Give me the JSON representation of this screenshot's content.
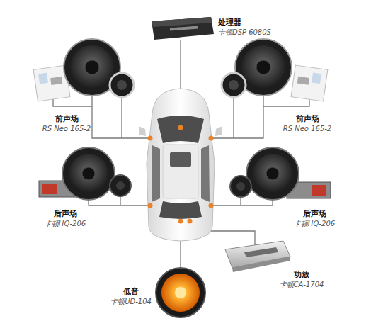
{
  "diagram": {
    "nodes": [
      {
        "text": [
          "处理器",
          "卡顿DSP-6080S"
        ]
      },
      {
        "text": [
          "前声场",
          "RS Neo 165-2"
        ]
      },
      {
        "text": [
          "前声场",
          "RS Neo 165-2"
        ]
      },
      {
        "text": [
          "后声场",
          "卡顿HQ-206"
        ]
      },
      {
        "text": [
          "后声场",
          "卡顿HQ-206"
        ]
      },
      {
        "text": [
          "低音",
          "卡顿UD-104"
        ]
      },
      {
        "text": [
          "功放",
          "卡顿CA-1704"
        ]
      }
    ]
  }
}
